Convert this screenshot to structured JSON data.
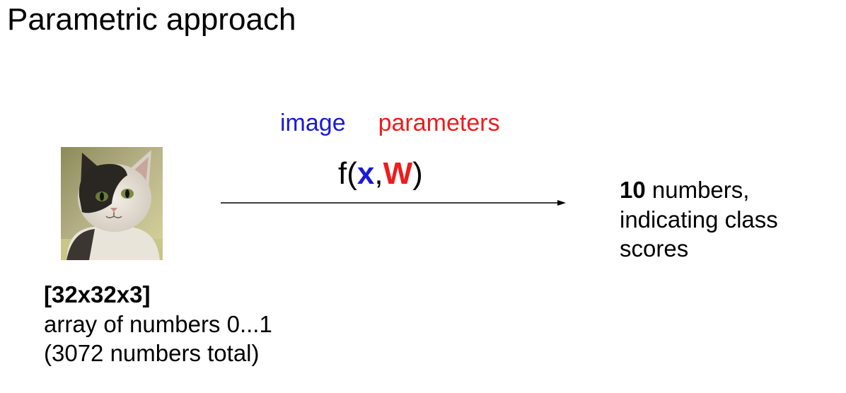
{
  "title": "Parametric approach",
  "input": {
    "image_icon": "cat-photo",
    "shape": "[32x32x3]",
    "line2": "array of numbers 0...1",
    "line3": "(3072 numbers total)"
  },
  "function": {
    "image_label": "image",
    "params_label": "parameters",
    "prefix": "f(",
    "x": "x",
    "comma": ",",
    "w": "W",
    "suffix": ")"
  },
  "output": {
    "count": "10",
    "line1_rest": " numbers,",
    "line2": "indicating class",
    "line3": "scores"
  },
  "colors": {
    "image": "#1a1ad6",
    "parameters": "#ee1c1c"
  }
}
